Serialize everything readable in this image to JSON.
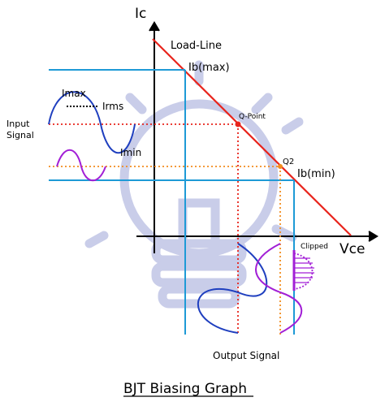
{
  "diagram": {
    "axis_y": "Ic",
    "axis_x": "Vce",
    "load_line": "Load-Line",
    "ib_max": "Ib(max)",
    "ib_min": "Ib(min)",
    "q_point": "Q-Point",
    "q2": "Q2",
    "imax": "Imax",
    "irms": "Irms",
    "imin": "Imin",
    "input_signal_line1": "Input",
    "input_signal_line2": "Signal",
    "clipped": "Clipped",
    "output_signal": "Output Signal",
    "title": "BJT Biasing Graph"
  },
  "colors": {
    "load_line": "#e8241c",
    "grid_blue": "#1e9ad6",
    "dotted_red": "#e8241c",
    "dotted_orange": "#f28c1e",
    "signal_blue": "#1f3fbf",
    "signal_purple": "#a21fd6",
    "watermark": "#c7cbe8"
  }
}
